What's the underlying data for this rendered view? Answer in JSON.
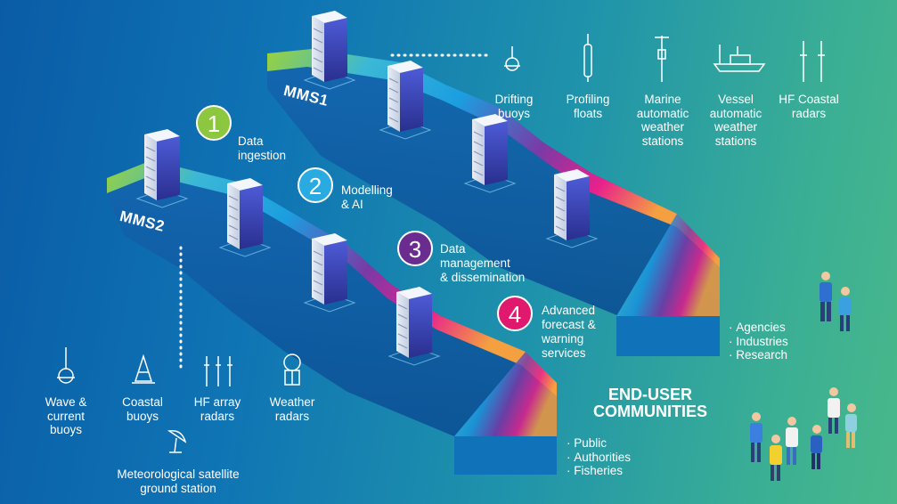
{
  "networks": {
    "mms1": "MMS1",
    "mms2": "MMS2"
  },
  "steps": [
    {
      "number": "1",
      "label": "Data\ningestion",
      "color": "#8dc63f"
    },
    {
      "number": "2",
      "label": "Modelling\n& AI",
      "color": "#29abe2"
    },
    {
      "number": "3",
      "label": "Data\nmanagement\n& dissemination",
      "color": "#6a2d8f"
    },
    {
      "number": "4",
      "label": "Advanced\nforecast &\nwarning\nservices",
      "color": "#e0196e"
    }
  ],
  "top_sources": [
    {
      "label": "Drifting\nbuoys",
      "icon": "drifting-buoy-icon"
    },
    {
      "label": "Profiling\nfloats",
      "icon": "profiling-float-icon"
    },
    {
      "label": "Marine\nautomatic\nweather\nstations",
      "icon": "marine-weather-station-icon"
    },
    {
      "label": "Vessel\nautomatic\nweather\nstations",
      "icon": "vessel-icon"
    },
    {
      "label": "HF Coastal\nradars",
      "icon": "hf-coastal-radar-icon"
    }
  ],
  "bottom_sources": [
    {
      "label": "Wave &\ncurrent\nbuoys",
      "icon": "wave-buoy-icon"
    },
    {
      "label": "Coastal\nbuoys",
      "icon": "coastal-buoy-icon"
    },
    {
      "label": "HF array\nradars",
      "icon": "hf-array-radar-icon"
    },
    {
      "label": "Weather\nradars",
      "icon": "weather-radar-icon"
    },
    {
      "label": "Meteorological satellite\nground station",
      "icon": "satellite-dish-icon"
    }
  ],
  "end_users": {
    "title": "END-USER\nCOMMUNITIES",
    "group1": [
      "Agencies",
      "Industries",
      "Research"
    ],
    "group2": [
      "Public",
      "Authorities",
      "Fisheries"
    ]
  },
  "colors": {
    "green": "#8dc63f",
    "blue": "#1a8fd8",
    "purple": "#6a2d8f",
    "magenta": "#e0196e",
    "orange": "#f08a3c"
  }
}
